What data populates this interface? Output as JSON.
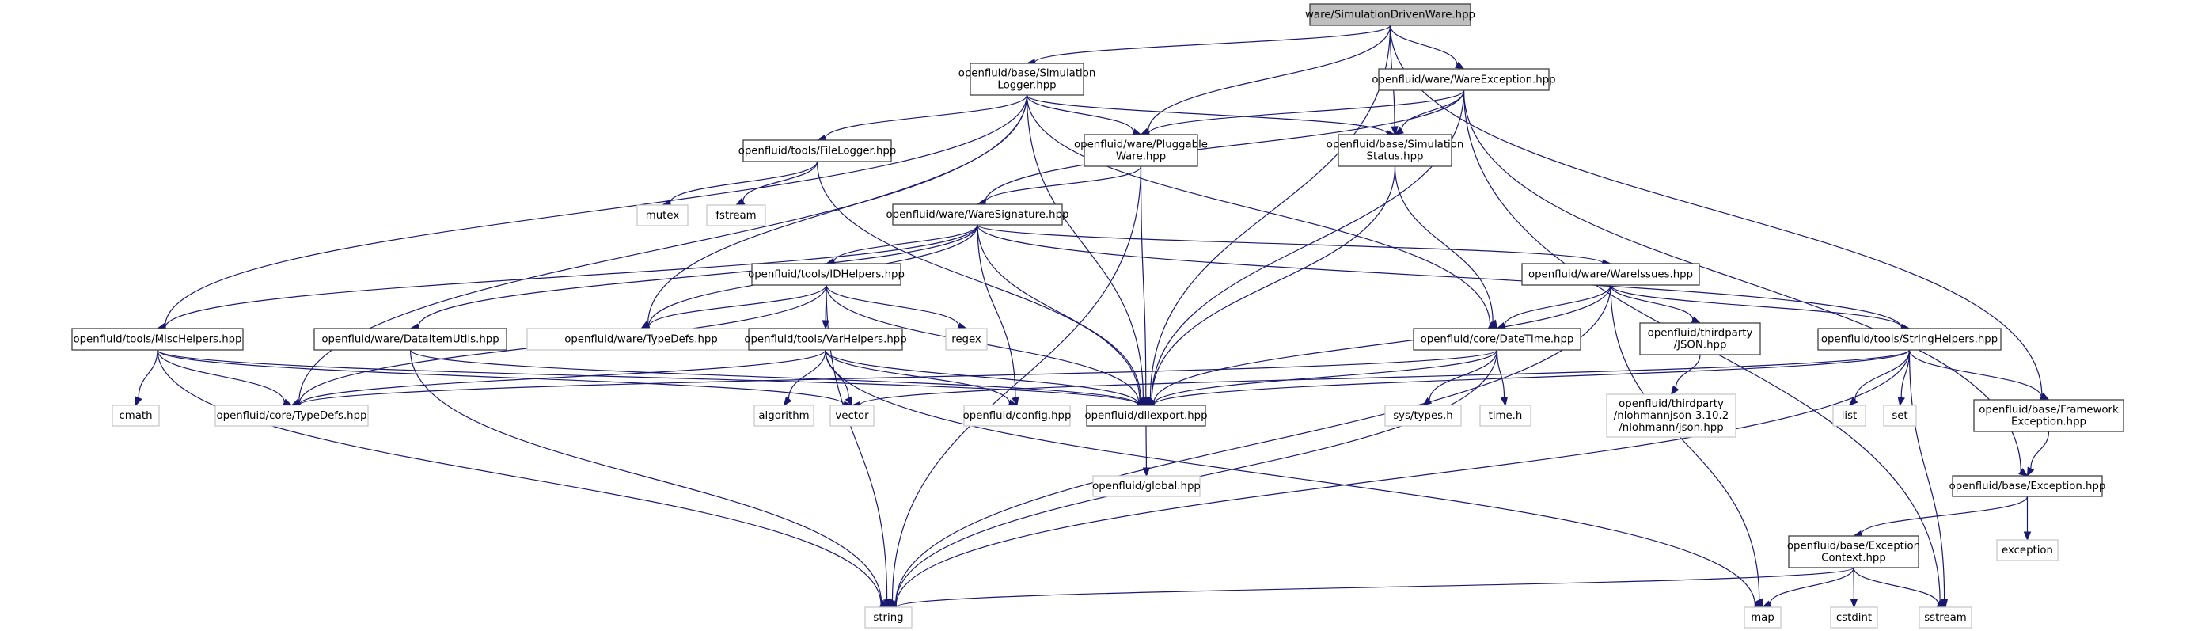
{
  "diagram": {
    "title": "ware/SimulationDrivenWare.hpp",
    "type": "include-dependency-graph",
    "colors": {
      "edge": "#191970",
      "main_fill": "#bfbfbf",
      "local_border": "#404040",
      "external_border": "#c8c8c8"
    },
    "nodes": [
      {
        "id": "sdw",
        "kind": "main",
        "lines": [
          "ware/SimulationDrivenWare.hpp"
        ]
      },
      {
        "id": "simlogger",
        "kind": "local",
        "lines": [
          "openfluid/base/Simulation",
          "Logger.hpp"
        ]
      },
      {
        "id": "wareexc",
        "kind": "local",
        "lines": [
          "openfluid/ware/WareException.hpp"
        ]
      },
      {
        "id": "filelogger",
        "kind": "local",
        "lines": [
          "openfluid/tools/FileLogger.hpp"
        ]
      },
      {
        "id": "pluggable",
        "kind": "local",
        "lines": [
          "openfluid/ware/Pluggable",
          "Ware.hpp"
        ]
      },
      {
        "id": "simstatus",
        "kind": "local",
        "lines": [
          "openfluid/base/Simulation",
          "Status.hpp"
        ]
      },
      {
        "id": "mutex",
        "kind": "ext",
        "lines": [
          "mutex"
        ]
      },
      {
        "id": "fstream",
        "kind": "ext",
        "lines": [
          "fstream"
        ]
      },
      {
        "id": "waresig",
        "kind": "local",
        "lines": [
          "openfluid/ware/WareSignature.hpp"
        ]
      },
      {
        "id": "idhelpers",
        "kind": "local",
        "lines": [
          "openfluid/tools/IDHelpers.hpp"
        ]
      },
      {
        "id": "wareissues",
        "kind": "local",
        "lines": [
          "openfluid/ware/WareIssues.hpp"
        ]
      },
      {
        "id": "mischelpers",
        "kind": "local",
        "lines": [
          "openfluid/tools/MiscHelpers.hpp"
        ]
      },
      {
        "id": "dataitem",
        "kind": "local",
        "lines": [
          "openfluid/ware/DataItemUtils.hpp"
        ]
      },
      {
        "id": "waretypedefs",
        "kind": "ext",
        "lines": [
          "openfluid/ware/TypeDefs.hpp"
        ]
      },
      {
        "id": "varhelpers",
        "kind": "local",
        "lines": [
          "openfluid/tools/VarHelpers.hpp"
        ]
      },
      {
        "id": "regex",
        "kind": "ext",
        "lines": [
          "regex"
        ]
      },
      {
        "id": "datetime",
        "kind": "local",
        "lines": [
          "openfluid/core/DateTime.hpp"
        ]
      },
      {
        "id": "json",
        "kind": "local",
        "lines": [
          "openfluid/thirdparty",
          "/JSON.hpp"
        ]
      },
      {
        "id": "stringhelpers",
        "kind": "local",
        "lines": [
          "openfluid/tools/StringHelpers.hpp"
        ]
      },
      {
        "id": "cmath",
        "kind": "ext",
        "lines": [
          "cmath"
        ]
      },
      {
        "id": "coretypedefs",
        "kind": "ext",
        "lines": [
          "openfluid/core/TypeDefs.hpp"
        ]
      },
      {
        "id": "algorithm",
        "kind": "ext",
        "lines": [
          "algorithm"
        ]
      },
      {
        "id": "vector",
        "kind": "ext",
        "lines": [
          "vector"
        ]
      },
      {
        "id": "config",
        "kind": "ext",
        "lines": [
          "openfluid/config.hpp"
        ]
      },
      {
        "id": "dllexport",
        "kind": "local",
        "lines": [
          "openfluid/dllexport.hpp"
        ]
      },
      {
        "id": "systypes",
        "kind": "ext",
        "lines": [
          "sys/types.h"
        ]
      },
      {
        "id": "timeh",
        "kind": "ext",
        "lines": [
          "time.h"
        ]
      },
      {
        "id": "nlohmann",
        "kind": "ext",
        "lines": [
          "openfluid/thirdparty",
          "/nlohmannjson-3.10.2",
          "/nlohmann/json.hpp"
        ]
      },
      {
        "id": "list",
        "kind": "ext",
        "lines": [
          "list"
        ]
      },
      {
        "id": "set",
        "kind": "ext",
        "lines": [
          "set"
        ]
      },
      {
        "id": "fwexc",
        "kind": "local",
        "lines": [
          "openfluid/base/Framework",
          "Exception.hpp"
        ]
      },
      {
        "id": "global",
        "kind": "ext",
        "lines": [
          "openfluid/global.hpp"
        ]
      },
      {
        "id": "baseexc",
        "kind": "local",
        "lines": [
          "openfluid/base/Exception.hpp"
        ]
      },
      {
        "id": "exception",
        "kind": "ext",
        "lines": [
          "exception"
        ]
      },
      {
        "id": "exccontext",
        "kind": "local",
        "lines": [
          "openfluid/base/Exception",
          "Context.hpp"
        ]
      },
      {
        "id": "string",
        "kind": "ext",
        "lines": [
          "string"
        ]
      },
      {
        "id": "map",
        "kind": "ext",
        "lines": [
          "map"
        ]
      },
      {
        "id": "cstdint",
        "kind": "ext",
        "lines": [
          "cstdint"
        ]
      },
      {
        "id": "sstream",
        "kind": "ext",
        "lines": [
          "sstream"
        ]
      }
    ],
    "edges": [
      [
        "sdw",
        "simlogger"
      ],
      [
        "sdw",
        "wareexc"
      ],
      [
        "sdw",
        "pluggable"
      ],
      [
        "sdw",
        "simstatus"
      ],
      [
        "sdw",
        "dllexport"
      ],
      [
        "sdw",
        "fwexc"
      ],
      [
        "simlogger",
        "filelogger"
      ],
      [
        "simlogger",
        "pluggable"
      ],
      [
        "simlogger",
        "simstatus"
      ],
      [
        "simlogger",
        "mischelpers"
      ],
      [
        "simlogger",
        "coretypedefs"
      ],
      [
        "simlogger",
        "waretypedefs"
      ],
      [
        "simlogger",
        "dllexport"
      ],
      [
        "simlogger",
        "datetime"
      ],
      [
        "wareexc",
        "pluggable"
      ],
      [
        "wareexc",
        "simstatus"
      ],
      [
        "wareexc",
        "waresig"
      ],
      [
        "wareexc",
        "dllexport"
      ],
      [
        "wareexc",
        "baseexc"
      ],
      [
        "wareexc",
        "sstream"
      ],
      [
        "filelogger",
        "mutex"
      ],
      [
        "filelogger",
        "fstream"
      ],
      [
        "filelogger",
        "dllexport"
      ],
      [
        "pluggable",
        "waresig"
      ],
      [
        "pluggable",
        "dllexport"
      ],
      [
        "pluggable",
        "string"
      ],
      [
        "simstatus",
        "datetime"
      ],
      [
        "simstatus",
        "dllexport"
      ],
      [
        "waresig",
        "idhelpers"
      ],
      [
        "waresig",
        "wareissues"
      ],
      [
        "waresig",
        "mischelpers"
      ],
      [
        "waresig",
        "dataitem"
      ],
      [
        "waresig",
        "waretypedefs"
      ],
      [
        "waresig",
        "config"
      ],
      [
        "waresig",
        "dllexport"
      ],
      [
        "waresig",
        "stringhelpers"
      ],
      [
        "idhelpers",
        "varhelpers"
      ],
      [
        "idhelpers",
        "regex"
      ],
      [
        "idhelpers",
        "coretypedefs"
      ],
      [
        "idhelpers",
        "waretypedefs"
      ],
      [
        "idhelpers",
        "dllexport"
      ],
      [
        "idhelpers",
        "string"
      ],
      [
        "wareissues",
        "datetime"
      ],
      [
        "wareissues",
        "json"
      ],
      [
        "wareissues",
        "stringhelpers"
      ],
      [
        "wareissues",
        "dllexport"
      ],
      [
        "wareissues",
        "string"
      ],
      [
        "wareissues",
        "map"
      ],
      [
        "mischelpers",
        "cmath"
      ],
      [
        "mischelpers",
        "coretypedefs"
      ],
      [
        "mischelpers",
        "vector"
      ],
      [
        "mischelpers",
        "dllexport"
      ],
      [
        "mischelpers",
        "string"
      ],
      [
        "dataitem",
        "dllexport"
      ],
      [
        "dataitem",
        "string"
      ],
      [
        "varhelpers",
        "algorithm"
      ],
      [
        "varhelpers",
        "vector"
      ],
      [
        "varhelpers",
        "config"
      ],
      [
        "varhelpers",
        "dllexport"
      ],
      [
        "varhelpers",
        "coretypedefs"
      ],
      [
        "varhelpers",
        "map"
      ],
      [
        "datetime",
        "systypes"
      ],
      [
        "datetime",
        "timeh"
      ],
      [
        "datetime",
        "dllexport"
      ],
      [
        "datetime",
        "coretypedefs"
      ],
      [
        "datetime",
        "string"
      ],
      [
        "json",
        "nlohmann"
      ],
      [
        "stringhelpers",
        "list"
      ],
      [
        "stringhelpers",
        "set"
      ],
      [
        "stringhelpers",
        "fwexc"
      ],
      [
        "stringhelpers",
        "vector"
      ],
      [
        "stringhelpers",
        "dllexport"
      ],
      [
        "stringhelpers",
        "string"
      ],
      [
        "stringhelpers",
        "sstream"
      ],
      [
        "dllexport",
        "global"
      ],
      [
        "fwexc",
        "baseexc"
      ],
      [
        "baseexc",
        "exccontext"
      ],
      [
        "baseexc",
        "exception"
      ],
      [
        "exccontext",
        "string"
      ],
      [
        "exccontext",
        "map"
      ],
      [
        "exccontext",
        "cstdint"
      ],
      [
        "exccontext",
        "sstream"
      ]
    ]
  }
}
